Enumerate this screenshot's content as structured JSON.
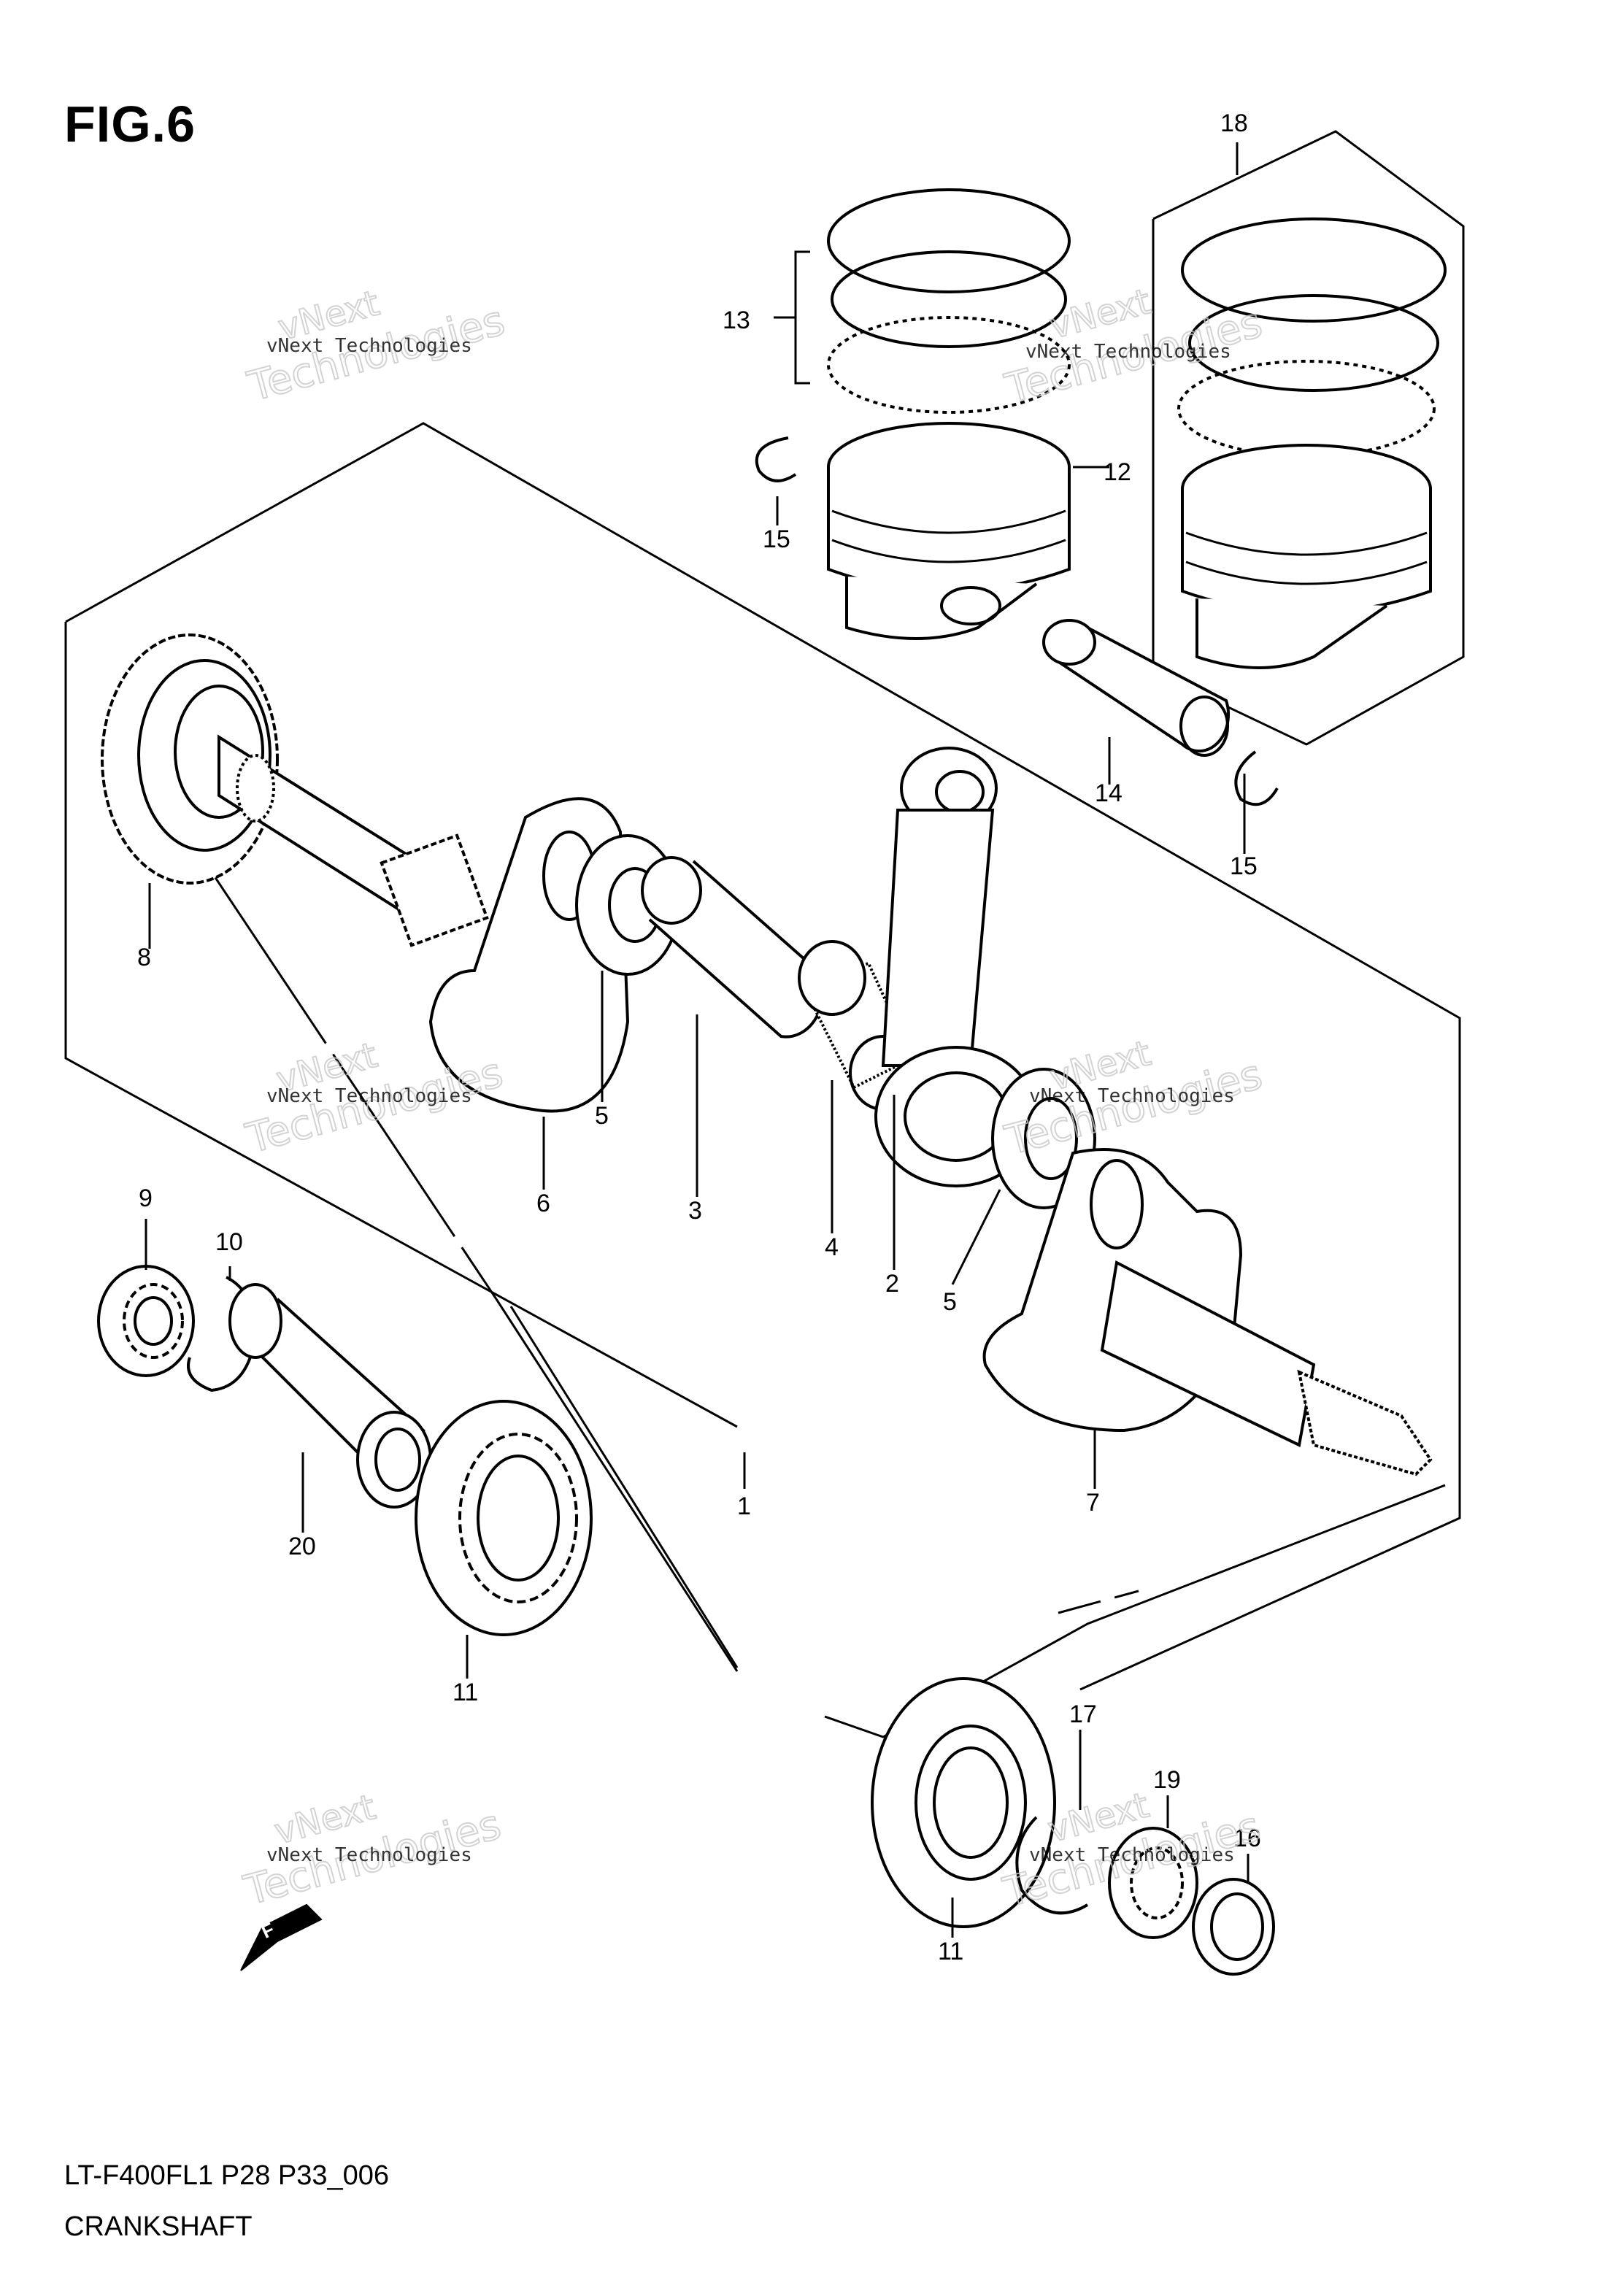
{
  "figure": {
    "title": "FIG.6",
    "model_code": "LT-F400FL1 P28 P33_006",
    "caption": "CRANKSHAFT"
  },
  "watermark": {
    "small_text": "vNext Technologies",
    "big_line1": "vNext",
    "big_line2": "Technologies"
  },
  "callouts": {
    "c1": "1",
    "c2": "2",
    "c3": "3",
    "c4": "4",
    "c5a": "5",
    "c5b": "5",
    "c6": "6",
    "c7": "7",
    "c8": "8",
    "c9": "9",
    "c10": "10",
    "c11a": "11",
    "c11b": "11",
    "c12": "12",
    "c13": "13",
    "c14": "14",
    "c15a": "15",
    "c15b": "15",
    "c16": "16",
    "c17": "17",
    "c18": "18",
    "c19": "19",
    "c20": "20"
  },
  "direction_arrow_label": "F"
}
